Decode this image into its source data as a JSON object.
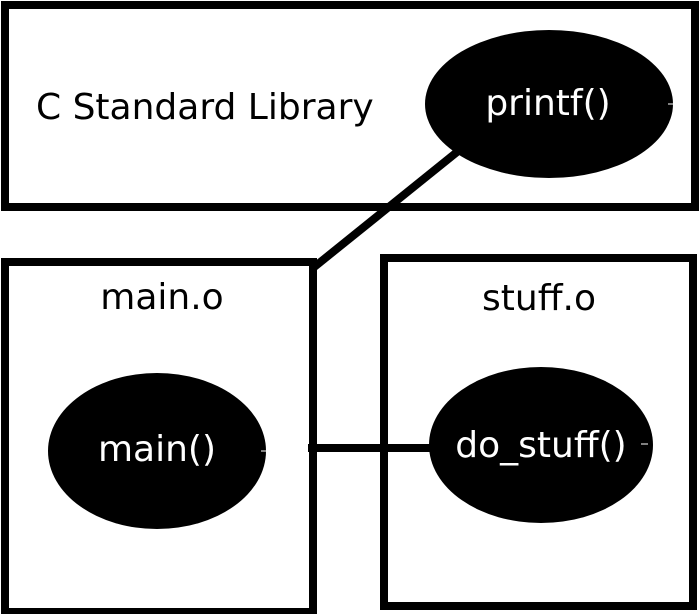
{
  "diagram": {
    "library_box": {
      "label": "C Standard Library",
      "function": "printf()"
    },
    "main_box": {
      "label": "main.o",
      "function": "main()"
    },
    "stuff_box": {
      "label": "stuff.o",
      "function": "do_stuff()"
    },
    "colors": {
      "stroke": "#000000",
      "node_fill": "#000000",
      "node_text": "#ffffff",
      "background": "#ffffff"
    }
  }
}
